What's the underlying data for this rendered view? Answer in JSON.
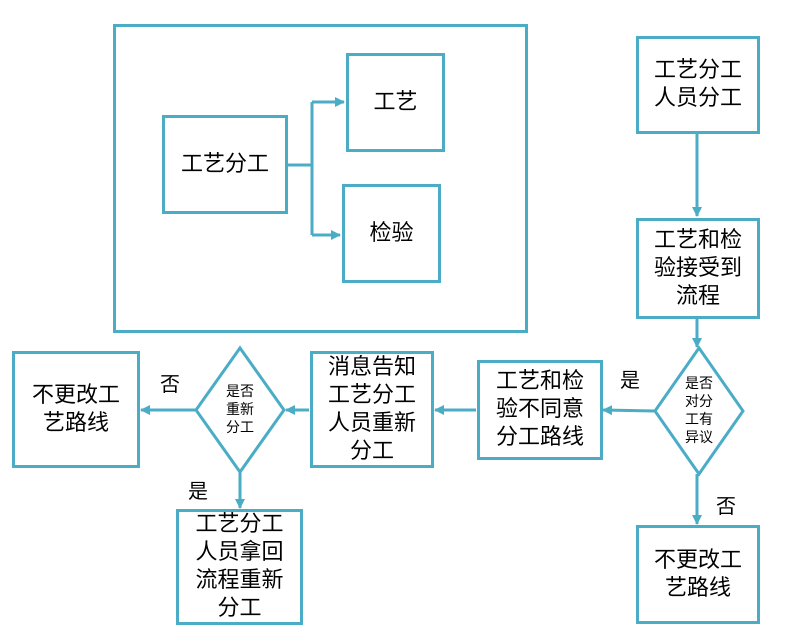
{
  "legend": {
    "source": "工艺分工",
    "target_a": "工艺",
    "target_b": "检验"
  },
  "nodes": {
    "assign": "工艺分工\n人员分工",
    "received": "工艺和检\n验接受到\n流程",
    "decision_objection": "是否\n对分\n工有\n异议",
    "no_change_right": "不更改工\n艺路线",
    "disagree": "工艺和检\n验不同意\n分工路线",
    "notify": "消息告知\n工艺分工\n人员重新\n分工",
    "decision_reassign": "是否\n重新\n分工",
    "no_change_left": "不更改工\n艺路线",
    "retrieve": "工艺分工\n人员拿回\n流程重新\n分工"
  },
  "edge_labels": {
    "objection_yes": "是",
    "objection_no": "否",
    "reassign_no": "否",
    "reassign_yes": "是"
  },
  "colors": {
    "accent": "#4bacc6",
    "text": "#000000",
    "background": "#ffffff"
  }
}
